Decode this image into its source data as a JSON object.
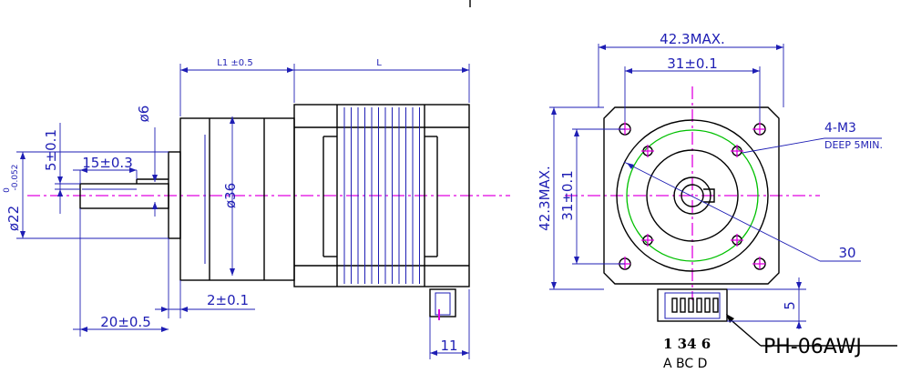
{
  "side_view": {
    "dim_L1": "L1 ±0.5",
    "dim_L": "L",
    "dim_phi6": "ø6",
    "dim_5": "5±0.1",
    "dim_15": "15±0.3",
    "dim_phi22": "ø22",
    "dim_phi22_tol_upper": "0",
    "dim_phi22_tol_lower": "-0.052",
    "dim_phi36": "ø36",
    "dim_2": "2±0.1",
    "dim_20": "20±0.5",
    "dim_11": "11"
  },
  "front_view": {
    "dim_width_max": "42.3MAX.",
    "dim_hole_pitch_h": "31±0.1",
    "dim_height_max": "42.3MAX.",
    "dim_hole_pitch_v": "31±0.1",
    "callout_m3": "4-M3",
    "callout_deep": "DEEP 5MIN.",
    "dim_30": "30",
    "dim_5": "5"
  },
  "connector": {
    "pin_numbers": "1 34 6",
    "pin_letters": "A BC D",
    "part_number": "PH-06AWJ"
  },
  "colors": {
    "outline": "#000000",
    "dimension": "#1e1eb4",
    "centerline": "#e000e0",
    "pitch_circle": "#00c000"
  }
}
